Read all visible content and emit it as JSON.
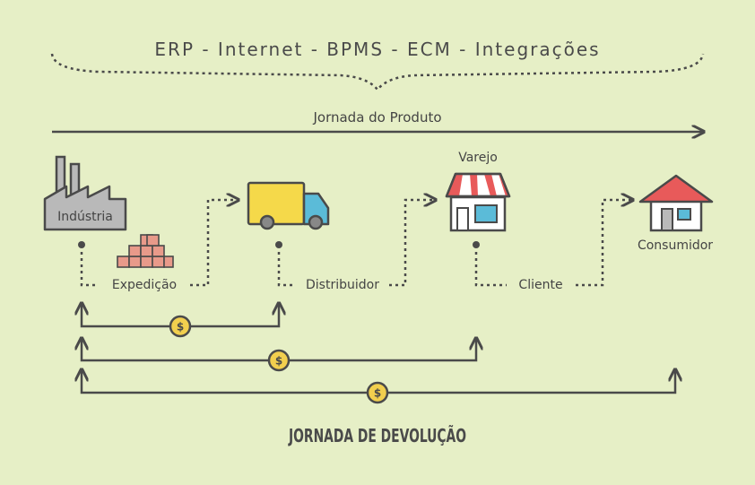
{
  "header": {
    "systems": "ERP  -  Internet  -  BPMS  -  ECM  -  Integrações"
  },
  "journey": {
    "label": "Jornada do Produto"
  },
  "nodes": {
    "industria": "Indústria",
    "varejo": "Varejo",
    "consumidor": "Consumidor"
  },
  "links": {
    "expedicao": "Expedição",
    "distribuidor": "Distribuidor",
    "cliente": "Cliente"
  },
  "returns": {
    "coin": "$"
  },
  "footer": {
    "title": "JORNADA DE DEVOLUÇÃO"
  },
  "colors": {
    "background": "#e6efc6",
    "ink": "#4a4a4a",
    "truck_body": "#f5d94a",
    "truck_cab": "#5bbbd8",
    "awning_red": "#e85a5a",
    "roof_red": "#e85a5a",
    "factory_gray": "#b9b9b9",
    "boxes": "#e89a8a",
    "coin": "#f2cf4e"
  }
}
